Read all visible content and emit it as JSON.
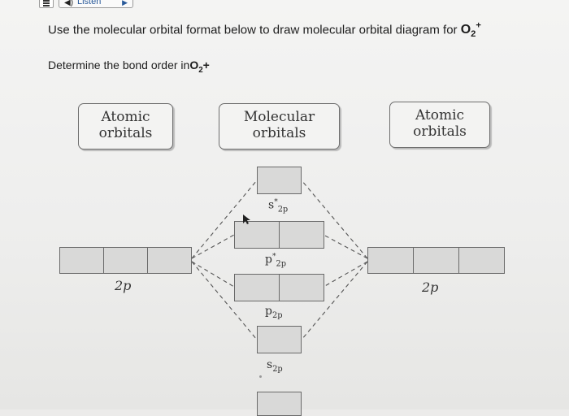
{
  "toolbar": {
    "listen_label": "Listen",
    "menu_icon": "hamburger-menu-icon",
    "speaker_icon": "speaker-icon",
    "play_icon": "play-triangle-icon"
  },
  "question": {
    "line1_text": "Use the molecular orbital format below to draw molecular orbital diagram for ",
    "line1_formula": "O",
    "line1_sub": "2",
    "line1_sup": "+",
    "line2_text": "Determine the bond order in",
    "line2_formula": "O",
    "line2_sub": "2",
    "line2_charge": "+"
  },
  "diagram": {
    "left_header": {
      "line1": "Atomic",
      "line2": "orbitals"
    },
    "center_header": {
      "line1": "Molecular",
      "line2": "orbitals"
    },
    "right_header": {
      "line1": "Atomic",
      "line2": "orbitals"
    },
    "left_ao_label": "2p",
    "right_ao_label": "2p",
    "mo_levels": [
      {
        "symbol": "s",
        "sub": "2p",
        "star": "*"
      },
      {
        "symbol": "p",
        "sub": "2p",
        "star": "*"
      },
      {
        "symbol": "p",
        "sub": "2p",
        "star": ""
      },
      {
        "symbol": "s",
        "sub": "2p",
        "star": ""
      }
    ]
  }
}
